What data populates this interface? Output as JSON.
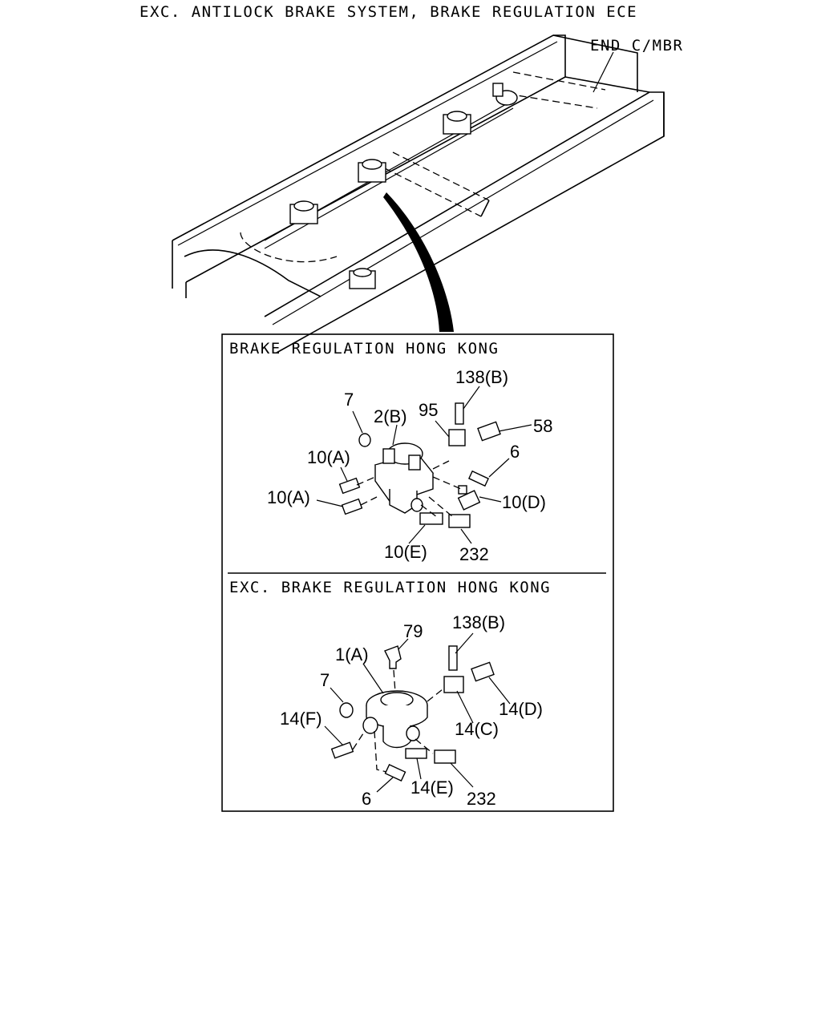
{
  "header": {
    "title": "EXC. ANTILOCK BRAKE SYSTEM, BRAKE REGULATION ECE"
  },
  "frame": {
    "end_member_label": "END C/MBR"
  },
  "panel_hk": {
    "title": "BRAKE REGULATION HONG KONG",
    "callouts": {
      "p138b": "138(B)",
      "p7": "7",
      "p2b": "2(B)",
      "p95": "95",
      "p58": "58",
      "p6": "6",
      "p10a_top": "10(A)",
      "p10a_bottom": "10(A)",
      "p10d": "10(D)",
      "p10e": "10(E)",
      "p232": "232"
    }
  },
  "panel_exc": {
    "title": "EXC. BRAKE REGULATION HONG KONG",
    "callouts": {
      "p138b": "138(B)",
      "p79": "79",
      "p1a": "1(A)",
      "p7": "7",
      "p14d": "14(D)",
      "p14f": "14(F)",
      "p14c": "14(C)",
      "p6": "6",
      "p14e": "14(E)",
      "p232": "232"
    }
  },
  "icons": [
    "frame-rail-drawing",
    "brake-valve-icon",
    "fitting-icon",
    "bolt-icon",
    "nut-icon",
    "elbow-icon"
  ]
}
